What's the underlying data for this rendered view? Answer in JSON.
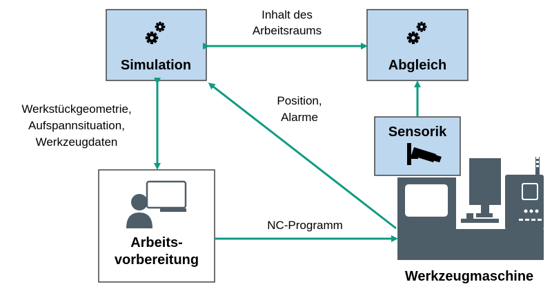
{
  "nodes": {
    "simulation": {
      "label": "Simulation"
    },
    "abgleich": {
      "label": "Abgleich"
    },
    "sensorik": {
      "label": "Sensorik"
    },
    "arbeitsvorbereitung": {
      "line1": "Arbeits-",
      "line2": "vorbereitung"
    },
    "werkzeugmaschine": {
      "label": "Werkzeugmaschine"
    }
  },
  "edges": {
    "sim_abgleich": {
      "line1": "Inhalt des",
      "line2": "Arbeitsraums"
    },
    "sim_av": {
      "line1": "Werkstückgeometrie,",
      "line2": "Aufspannsituation,",
      "line3": "Werkzeugdaten"
    },
    "machine_sim": {
      "line1": "Position,",
      "line2": "Alarme"
    },
    "av_machine": {
      "line1": "NC-Programm"
    }
  },
  "colors": {
    "box_fill": "#bdd7ee",
    "box_stroke": "#404040",
    "arrow": "#0e9c81",
    "icon": "#4e5e69",
    "machine": "#4e5e69"
  }
}
